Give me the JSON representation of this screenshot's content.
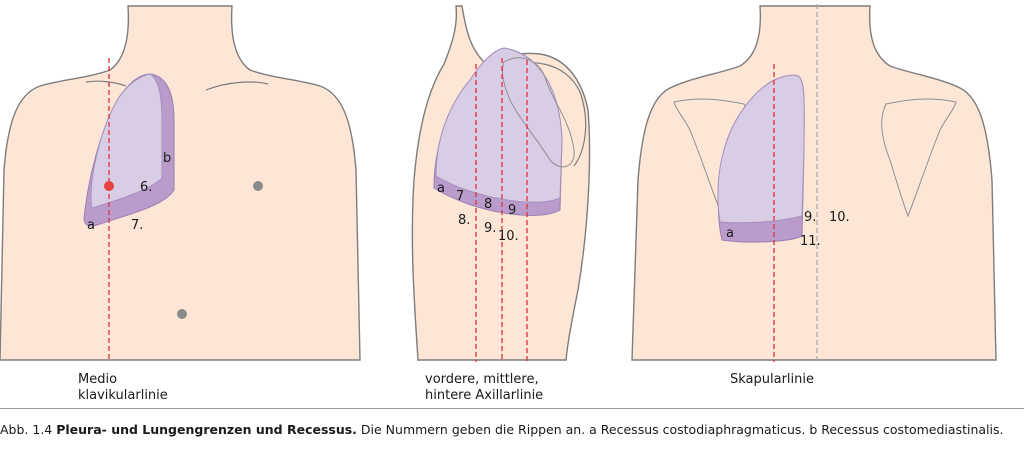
{
  "figure": {
    "front": {
      "labels": {
        "b": "b",
        "rib6": "6.",
        "a": "a",
        "rib7": "7."
      },
      "caption": [
        "Medio",
        "klavikularlinie"
      ]
    },
    "side": {
      "labels": {
        "a": "a",
        "r7": "7",
        "r8": "8",
        "r9": "9",
        "r8b": "8.",
        "r9b": "9.",
        "r10": "10."
      },
      "caption": [
        "vordere, mittlere,",
        "hintere Axillarlinie"
      ]
    },
    "back": {
      "labels": {
        "r9": "9.",
        "r10": "10.",
        "a": "a",
        "r11": "11."
      },
      "caption": [
        "Skapularlinie"
      ]
    }
  },
  "caption": {
    "prefix": "Abb. 1.4",
    "title": "Pleura- und Lungengrenzen und Recessus.",
    "text": "Die Nummern geben die Rippen an. a   Recessus costodiaphragmaticus. b   Recessus costomediastinalis."
  },
  "colors": {
    "skin": "#fde6d6",
    "outline": "#7d7d7d",
    "lung": "#d9cde6",
    "pleura_recess": "#b99ccc",
    "guide_line": "#e0303a",
    "spine_line": "#a8a8a8",
    "nipple": "#8a8a8a",
    "marker": "#e8423f"
  }
}
